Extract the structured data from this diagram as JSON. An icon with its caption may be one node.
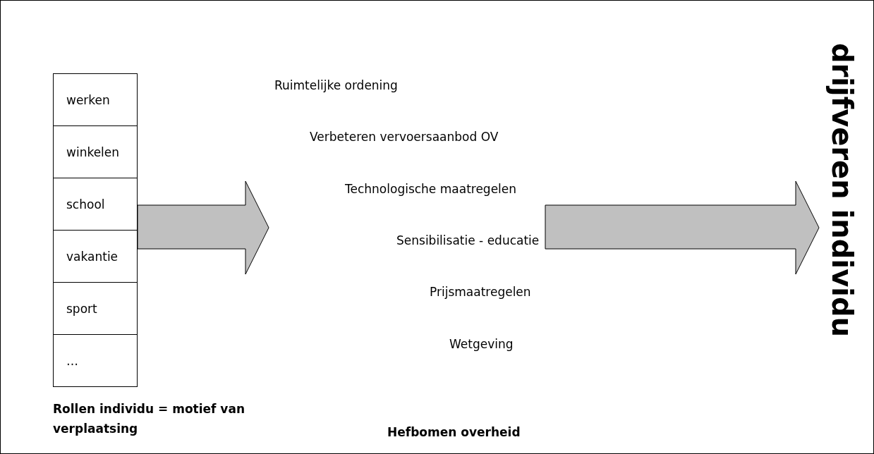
{
  "diagram": {
    "nodes": [
      {
        "text": [
          "Rollen individu = motief van verplaatsing"
        ]
      },
      {
        "text": [
          "werken"
        ],
        "in": 0
      },
      {
        "text": [
          "winkelen"
        ],
        "in": 0
      },
      {
        "text": [
          "school"
        ],
        "in": 0
      },
      {
        "text": [
          "vakantie"
        ],
        "in": 0
      },
      {
        "text": [
          "sport"
        ],
        "in": 0
      },
      {
        "text": [
          "…"
        ],
        "in": 0
      },
      {
        "text": [
          "Ruimtelijke ordening",
          "Verbeteren vervoersaanbod OV",
          "Technologische maatregelen",
          "Sensibilisatie - educatie",
          "Prijsmaatregelen",
          "Wetgeving",
          "Hefbomen overheid"
        ]
      },
      {
        "text": [
          "drijfveren individu"
        ]
      }
    ],
    "edges": [
      {
        "from": 0,
        "to": 7,
        "arrow": "to"
      },
      {
        "from": 7,
        "to": 8,
        "arrow": "to"
      }
    ]
  }
}
